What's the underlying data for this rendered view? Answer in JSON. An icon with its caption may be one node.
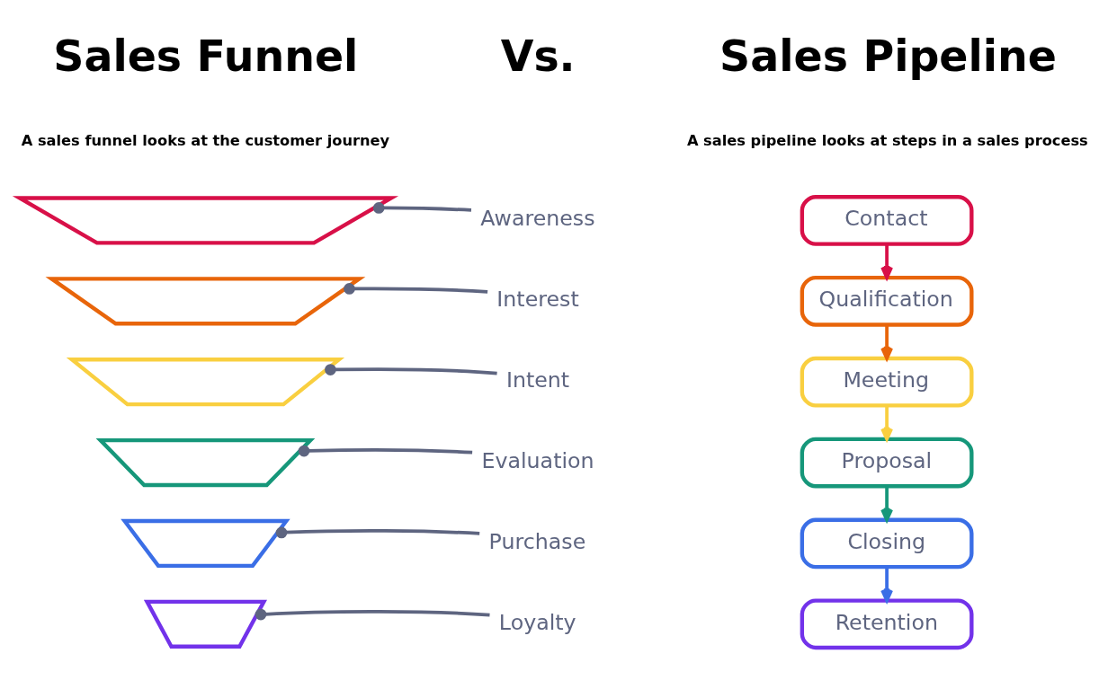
{
  "diagram": {
    "nodes": [
      {
        "text": [],
        "shape": "trapezoid"
      },
      {
        "text": [
          "Awareness"
        ]
      },
      {
        "text": [],
        "shape": "trapezoid"
      },
      {
        "text": [
          "Interest"
        ]
      },
      {
        "text": [],
        "shape": "trapezoid"
      },
      {
        "text": [
          "Intent"
        ]
      },
      {
        "text": [],
        "shape": "trapezoid"
      },
      {
        "text": [
          "Evaluation"
        ]
      },
      {
        "text": [],
        "shape": "trapezoid"
      },
      {
        "text": [
          "Purchase"
        ]
      },
      {
        "text": [],
        "shape": "trapezoid"
      },
      {
        "text": [
          "Loyalty"
        ]
      },
      {
        "text": [
          "Contact"
        ]
      },
      {
        "text": [
          "Qualification"
        ]
      },
      {
        "text": [
          "Meeting"
        ]
      },
      {
        "text": [
          "Proposal"
        ]
      },
      {
        "text": [
          "Closing"
        ]
      },
      {
        "text": [
          "Retention"
        ]
      }
    ],
    "edges": [
      {
        "from": 1,
        "to": 0,
        "arrow": "other"
      },
      {
        "from": 3,
        "to": 2,
        "arrow": "other"
      },
      {
        "from": 5,
        "to": 4,
        "arrow": "other"
      },
      {
        "from": 7,
        "to": 6,
        "arrow": "other"
      },
      {
        "from": 9,
        "to": 8,
        "arrow": "other"
      },
      {
        "from": 11,
        "to": 10,
        "arrow": "other"
      },
      {
        "from": 12,
        "to": 13,
        "arrow": "to",
        "color": "#d81048"
      },
      {
        "from": 13,
        "to": 14,
        "arrow": "to",
        "color": "#e8650a"
      },
      {
        "from": 14,
        "to": 15,
        "arrow": "to",
        "color": "#f9cf40"
      },
      {
        "from": 15,
        "to": 16,
        "arrow": "to",
        "color": "#16977a"
      },
      {
        "from": 16,
        "to": 17,
        "arrow": "to",
        "color": "#3a6ee6"
      }
    ],
    "labels": [
      "Sales Funnel",
      "Vs.",
      "Sales Pipeline",
      "A sales funnel looks at the customer journey",
      "A sales pipeline looks at steps in a sales process"
    ]
  }
}
